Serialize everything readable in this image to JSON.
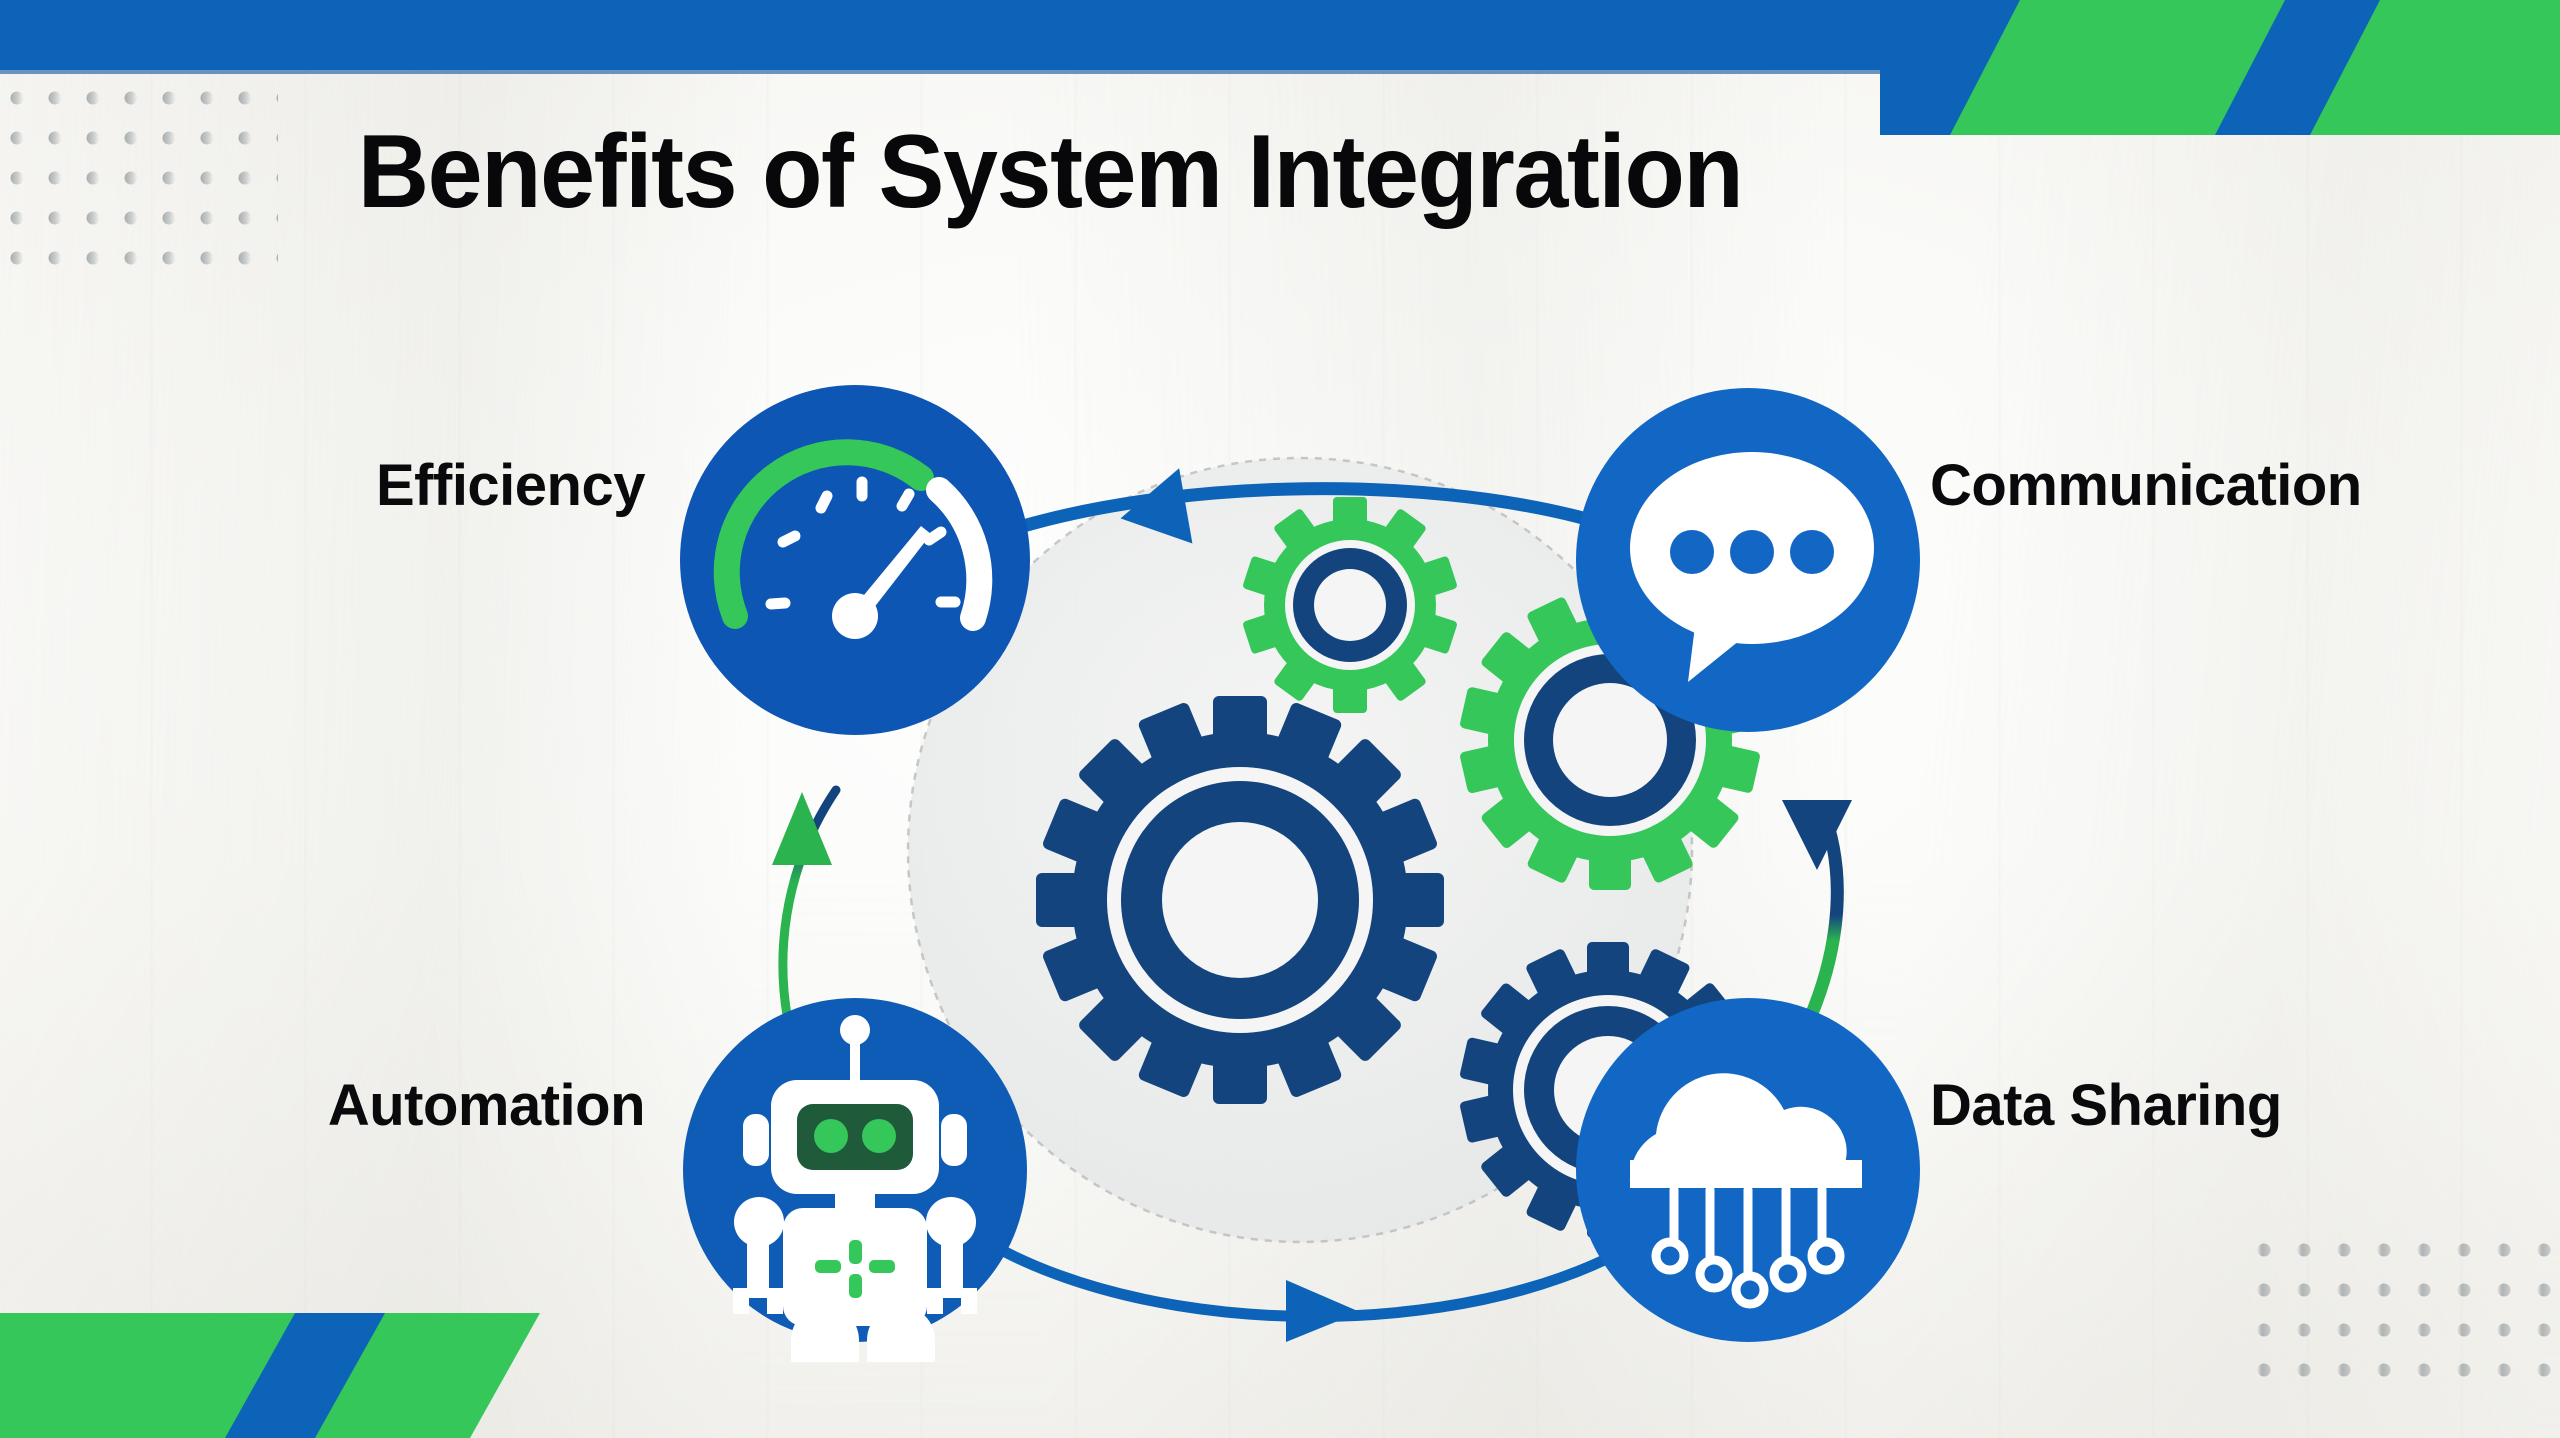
{
  "page": {
    "title": "Benefits of System Integration",
    "background_color": "#fbfbf9",
    "accent_blue": "#0D63B8",
    "accent_navy": "#14447E",
    "accent_green": "#35C75A"
  },
  "nodes": [
    {
      "id": "efficiency",
      "label": "Efficiency",
      "icon": "speedometer-icon",
      "position": "top-left",
      "circle_color": "#0E56B3"
    },
    {
      "id": "communication",
      "label": "Communication",
      "icon": "speech-bubble-icon",
      "position": "top-right",
      "circle_color": "#1267C4"
    },
    {
      "id": "automation",
      "label": "Automation",
      "icon": "robot-icon",
      "position": "bottom-left",
      "circle_color": "#0E5CB6"
    },
    {
      "id": "data_sharing",
      "label": "Data Sharing",
      "icon": "cloud-network-icon",
      "position": "bottom-right",
      "circle_color": "#1267C4"
    }
  ],
  "center": {
    "name": "gear-cluster",
    "gears": [
      {
        "id": "gear-small-green",
        "color": "#35C75A",
        "teeth": 10,
        "size": "small"
      },
      {
        "id": "gear-large-green",
        "color": "#35C75A",
        "teeth": 14,
        "size": "large"
      },
      {
        "id": "gear-large-navy",
        "color": "#14447E",
        "teeth": 16,
        "size": "x-large"
      },
      {
        "id": "gear-medium-navy",
        "color": "#14447E",
        "teeth": 14,
        "size": "medium"
      }
    ]
  },
  "flow_arrows": [
    {
      "id": "arrow-top",
      "direction": "counter-clockwise",
      "colors": [
        "#0D63B8",
        "#35C75A"
      ]
    },
    {
      "id": "arrow-right",
      "direction": "downward",
      "colors": [
        "#14447E",
        "#35C75A"
      ]
    },
    {
      "id": "arrow-bottom",
      "direction": "rightward",
      "colors": [
        "#0D63B8"
      ]
    },
    {
      "id": "arrow-left",
      "direction": "upward",
      "colors": [
        "#35C75A",
        "#14447E"
      ]
    }
  ],
  "decor": {
    "top_bar": "blue-header-bar",
    "top_right_ribbon": "diagonal-stripes",
    "bottom_left_ribbon": "diagonal-stripes",
    "dot_grid_top_left": "dot-grid",
    "dot_grid_bottom_right": "dot-grid"
  }
}
